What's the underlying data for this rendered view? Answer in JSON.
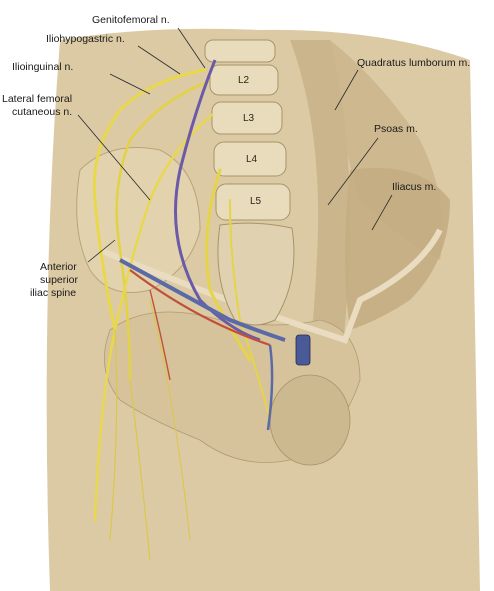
{
  "labels": {
    "genitofemoral": "Genitofemoral n.",
    "iliohypogastric": "Iliohypogastric n.",
    "ilioinguinal": "Ilioinguinal n.",
    "lateral_femoral_1": "Lateral femoral",
    "lateral_femoral_2": "cutaneous n.",
    "asis_1": "Anterior",
    "asis_2": "superior",
    "asis_3": "iliac spine",
    "quadratus": "Quadratus lumborum m.",
    "psoas": "Psoas m.",
    "iliacus": "Iliacus m."
  },
  "vertebrae": [
    "L2",
    "L3",
    "L4",
    "L5"
  ],
  "colors": {
    "background": "#ffffff",
    "tissue": "#d9c9a6",
    "muscle": "#c9b48c",
    "bone": "#e6d9b8",
    "nerve_yellow": "#e8d84a",
    "nerve_purple": "#6b5aa8",
    "vessel_red": "#c0503a",
    "vessel_blue": "#5a6aa8"
  }
}
